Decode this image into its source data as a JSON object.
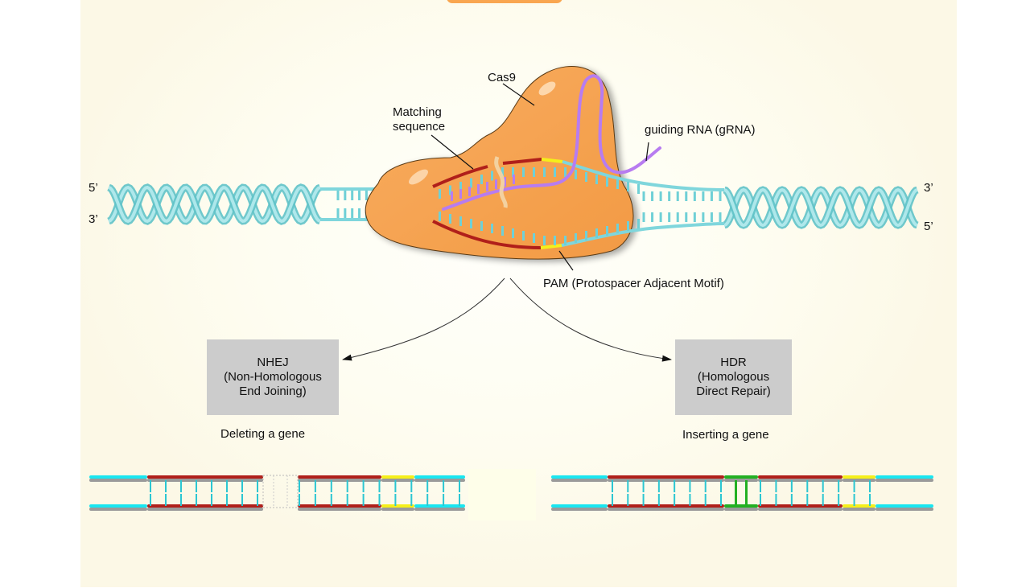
{
  "diagram": {
    "title": "CRISPR-Cas9 gene editing",
    "labels": {
      "cas9": "Cas9",
      "matching_sequence_line1": "Matching",
      "matching_sequence_line2": "sequence",
      "grna": "guiding RNA (gRNA)",
      "pam": "PAM (Protospacer Adjacent Motif)",
      "left_top_end": "5’",
      "left_bottom_end": "3’",
      "right_top_end": "3’",
      "right_bottom_end": "5’"
    },
    "pathways": [
      {
        "id": "nhej",
        "line1": "NHEJ",
        "line2": "(Non-Homologous",
        "line3": "End Joining)",
        "caption": "Deleting a gene"
      },
      {
        "id": "hdr",
        "line1": "HDR",
        "line2": "(Homologous",
        "line3": "Direct Repair)",
        "caption": "Inserting a gene"
      }
    ],
    "colors": {
      "cas9": "#f7a24f",
      "dna_strand": "#7fd6dc",
      "matching_sequence": "#b01f1a",
      "pam": "#f5ef1a",
      "grna": "#b77cf0",
      "inserted_gene": "#22b022",
      "box_fill": "#cccccc",
      "bar_cyan": "#19e6f0",
      "bar_gray": "#9a9a9a"
    }
  }
}
